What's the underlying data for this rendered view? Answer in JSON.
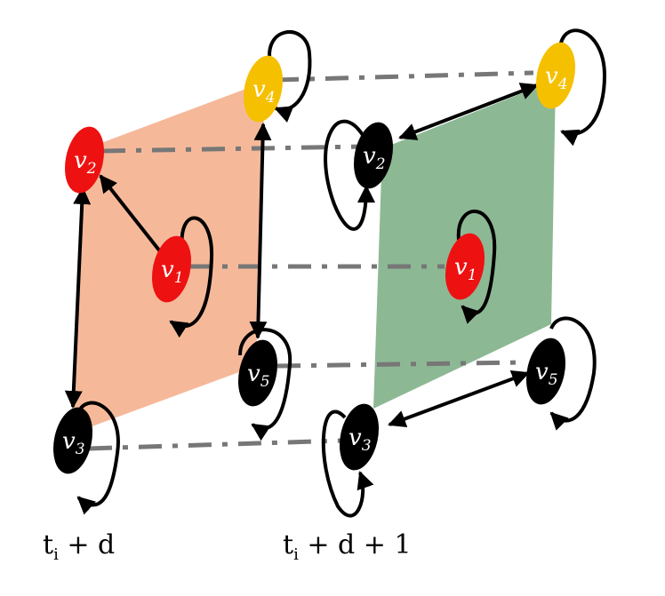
{
  "layers": [
    {
      "label": "t_i + d",
      "label_main": "t",
      "label_sub": "i",
      "label_rest": " + d",
      "fill": "#f5b99a",
      "nodes": [
        {
          "id": "v1",
          "base": "v",
          "sub": "1",
          "color": "#ee1111"
        },
        {
          "id": "v2",
          "base": "v",
          "sub": "2",
          "color": "#ee1111"
        },
        {
          "id": "v3",
          "base": "v",
          "sub": "3",
          "color": "#000000"
        },
        {
          "id": "v4",
          "base": "v",
          "sub": "4",
          "color": "#f5c000"
        },
        {
          "id": "v5",
          "base": "v",
          "sub": "5",
          "color": "#000000"
        }
      ]
    },
    {
      "label": "t_i + d + 1",
      "label_main": "t",
      "label_sub": "i",
      "label_rest": " + d + 1",
      "fill": "#8db894",
      "nodes": [
        {
          "id": "v1",
          "base": "v",
          "sub": "1",
          "color": "#ee1111"
        },
        {
          "id": "v2",
          "base": "v",
          "sub": "2",
          "color": "#000000"
        },
        {
          "id": "v3",
          "base": "v",
          "sub": "3",
          "color": "#000000"
        },
        {
          "id": "v4",
          "base": "v",
          "sub": "4",
          "color": "#f5c000"
        },
        {
          "id": "v5",
          "base": "v",
          "sub": "5",
          "color": "#000000"
        }
      ]
    }
  ],
  "colors": {
    "edge": "#000000",
    "temporal_link": "#777777"
  }
}
